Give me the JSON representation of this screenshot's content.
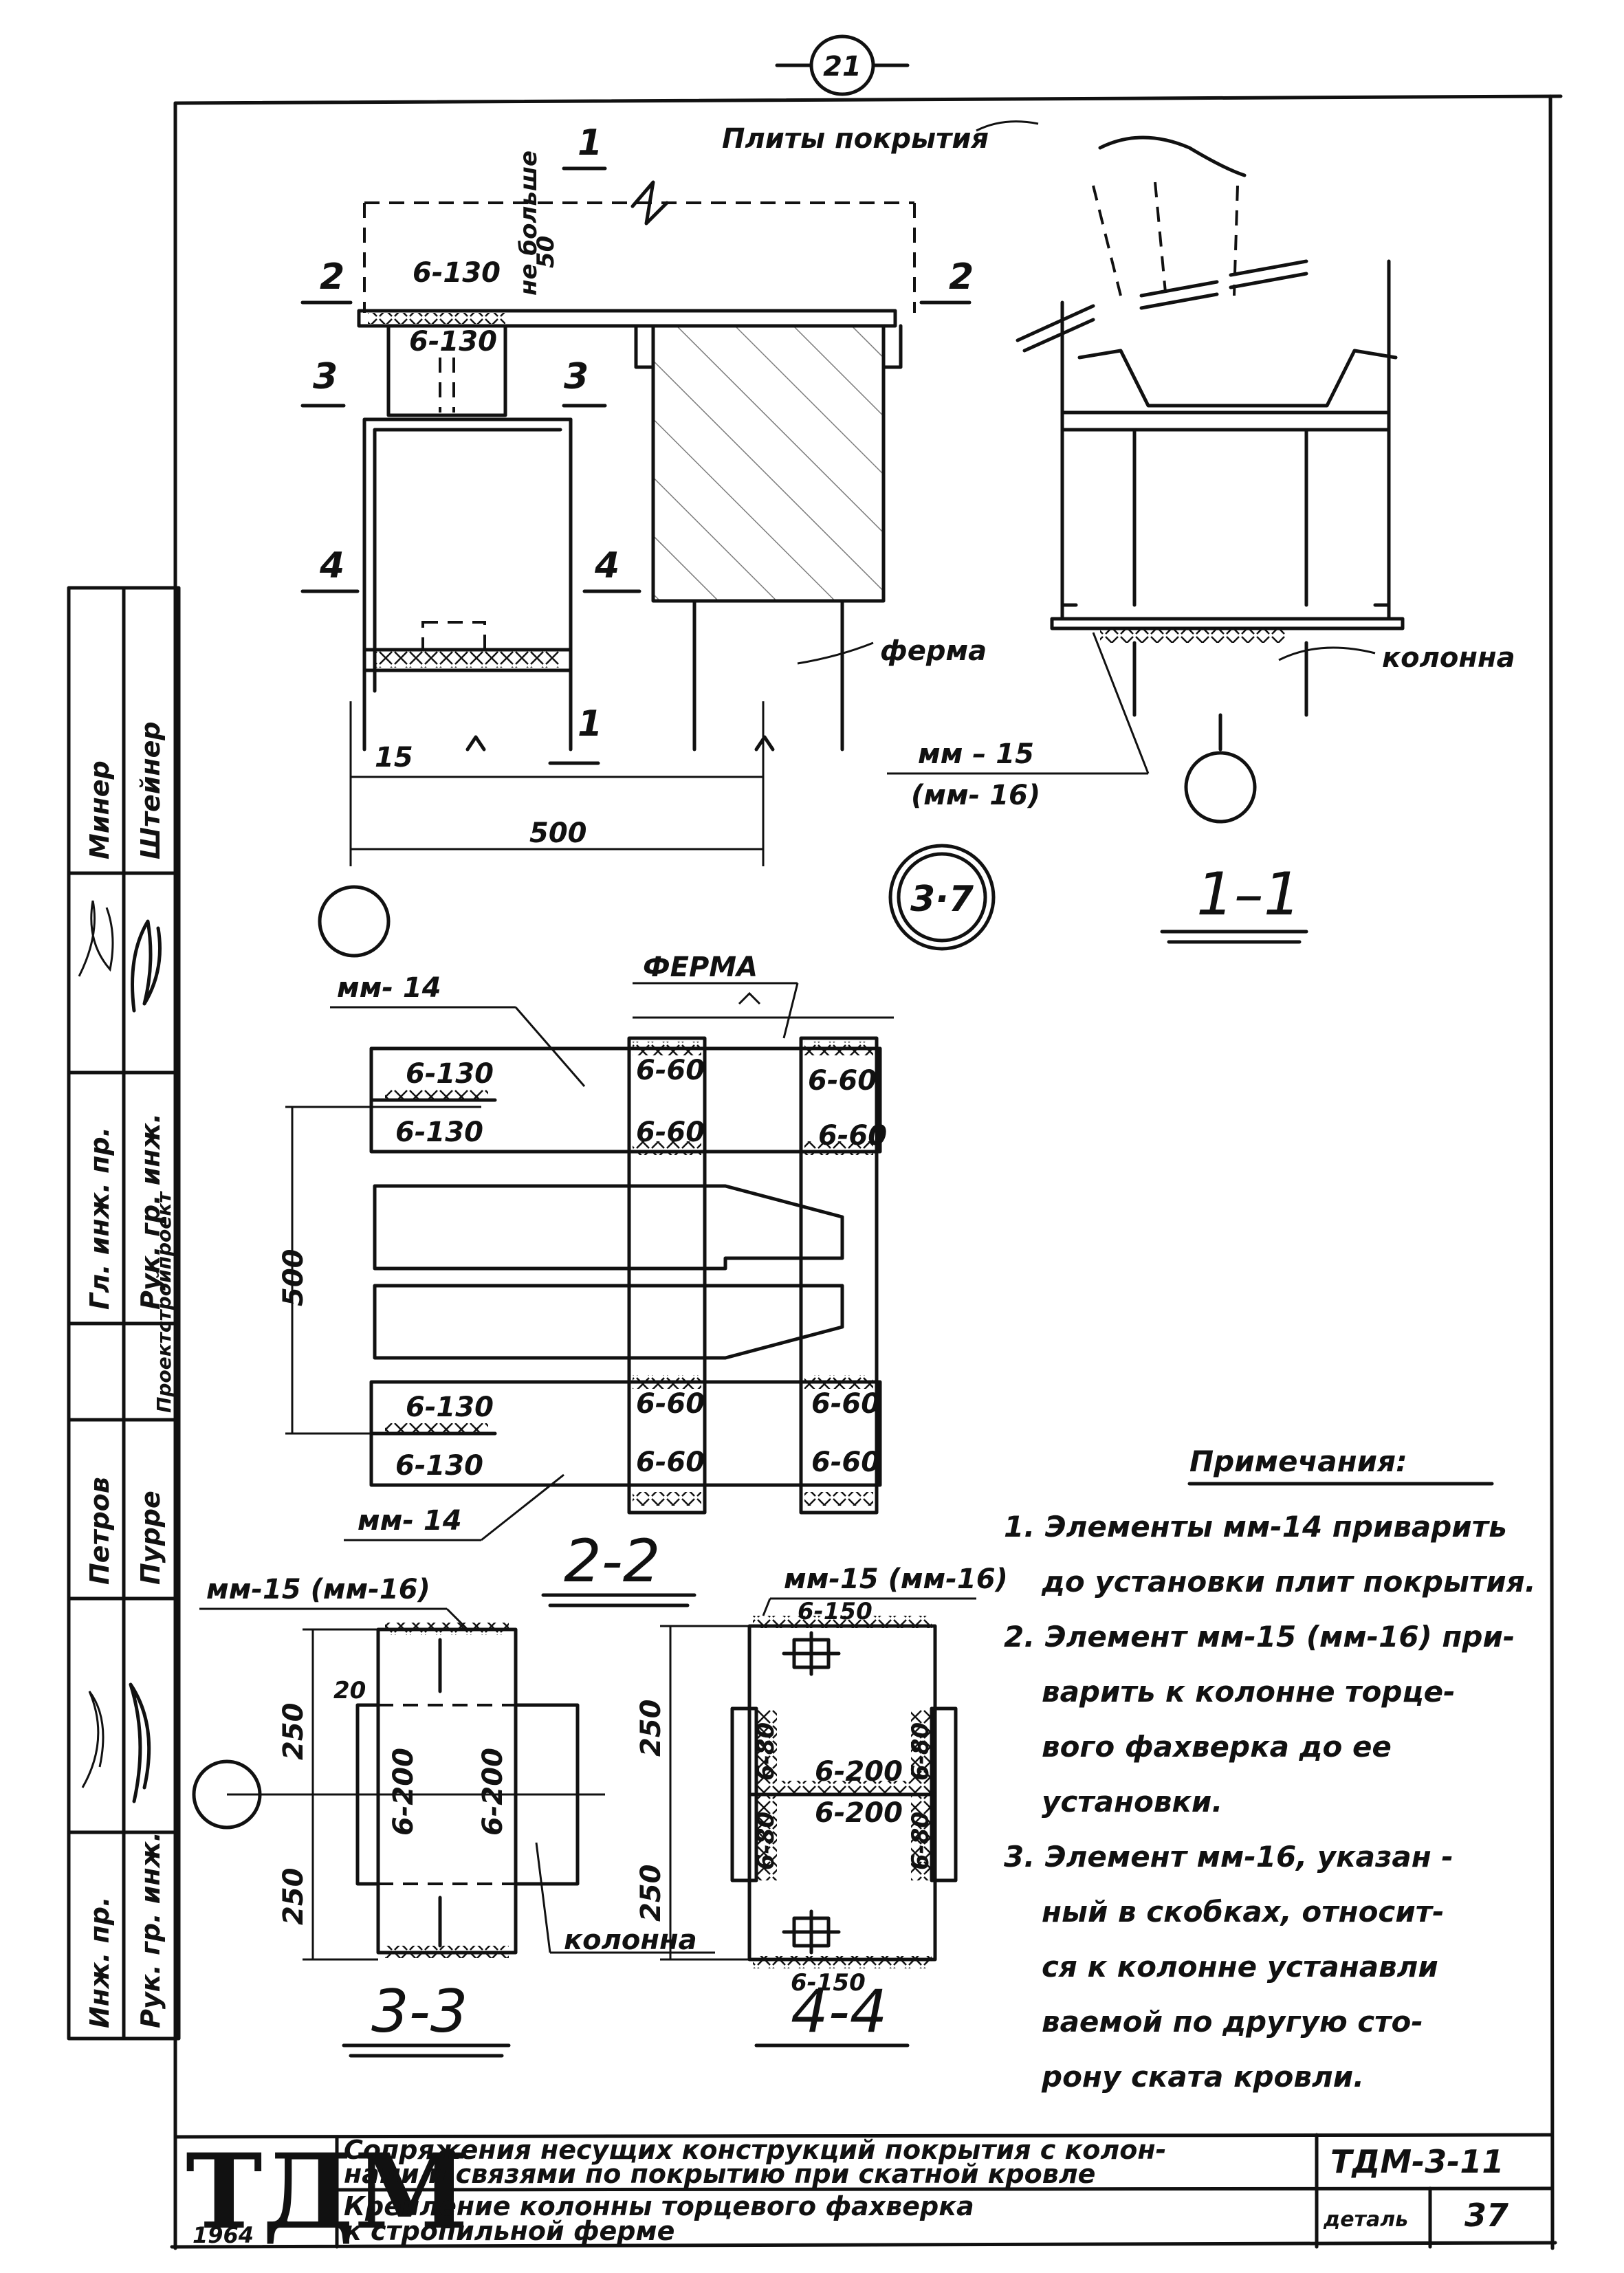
{
  "sheet": {
    "page_number": "21",
    "detail_circle": "3·7",
    "roof_slabs_label": "Плиты покрытия",
    "not_more": "не больше",
    "truss_label": "ферма",
    "column_label": "колонна",
    "truss_label_caps": "ФЕРМА",
    "column_label_33": "колонна"
  },
  "section_marks": {
    "s1": "1",
    "s2": "2",
    "s3": "3",
    "s4": "4",
    "view_11": "1–1",
    "view_22": "2-2",
    "view_33": "3-3",
    "view_44": "4-4"
  },
  "dimensions": {
    "d50": "50",
    "d15": "15",
    "d500a": "500",
    "d500b": "500",
    "d250a": "250",
    "d250b": "250",
    "d250c": "250",
    "d250d": "250",
    "d20": "20"
  },
  "welds": {
    "w6_130a": "6-130",
    "w6_130b": "6-130",
    "w6_130c": "6-130",
    "w6_130d": "6-130",
    "w6_130e": "6-130",
    "w6_130f": "6-130",
    "w6_60a": "6-60",
    "w6_60b": "6-60",
    "w6_60c": "6-60",
    "w6_60d": "6-60",
    "w6_60e": "6-60",
    "w6_60f": "6-60",
    "w6_60g": "6-60",
    "w6_60h": "6-60",
    "w6_200a": "6-200",
    "w6_200b": "6-200",
    "w6_200c": "6-200",
    "w6_200d": "6-200",
    "w6_150a": "6-150",
    "w6_150b": "6-150",
    "w6_80a": "6-80",
    "w6_80b": "6-80",
    "w6_80c": "6-80",
    "w6_80d": "6-80"
  },
  "elements": {
    "mm15": "мм – 15",
    "mm16": "(мм- 16)",
    "mm14a": "мм- 14",
    "mm14b": "мм- 14",
    "mm1516a": "мм-15 (мм-16)",
    "mm1516b": "мм-15 (мм-16)"
  },
  "notes": {
    "heading": "Примечания:",
    "lines": [
      "1. Элементы мм-14 приварить",
      "до установки плит покрытия.",
      "2. Элемент мм-15 (мм-16) при-",
      "варить к колонне торце-",
      "вого фахверка до ее",
      "установки.",
      "3. Элемент мм-16, указан -",
      "ный в скобках, относит-",
      "ся к колонне устанавли",
      "ваемой по другую сто-",
      "рону ската кровли."
    ]
  },
  "title_block": {
    "logo": "ТДМ",
    "year": "1964",
    "title_line1": "Сопряжения несущих конструкций покрытия с колон-",
    "title_line2": "нами и связями по покрытию при скатной кровле",
    "subtitle_line1": "Крепление колонны торцевого фахверка",
    "subtitle_line2": "к стропильной ферме",
    "doc_code": "ТДМ-3-11",
    "detail_label": "деталь",
    "detail_no": "37"
  },
  "side_stamp": {
    "r1a": "Гл. инж. пр.",
    "r1b": "Рук. гр. инж.",
    "r2a": "Проектстройпроект",
    "r3a": "Петров",
    "r3b": "Пурре",
    "r4a": "Инж. пр.",
    "r4b": "Рук. гр. инж.",
    "r5a": "Штейнер",
    "r5b": "Минер"
  }
}
